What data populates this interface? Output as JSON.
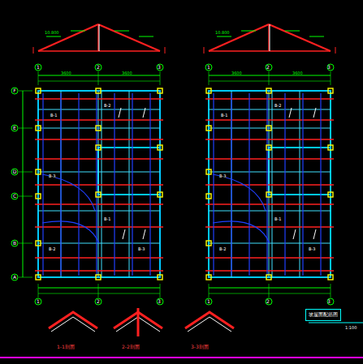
{
  "diagram": {
    "nodes": [
      {
        "text": [
          "坡屋面配筋图"
        ]
      }
    ],
    "labels": [
      "1",
      "2",
      "3",
      "1",
      "2",
      "3",
      "1",
      "2",
      "3",
      "1",
      "2",
      "3",
      "F",
      "E",
      "D",
      "C",
      "B",
      "A",
      "3600",
      "3600",
      "3600",
      "3600",
      "B-1",
      "B-2",
      "B-3",
      "B-1",
      "B-2",
      "B-3",
      "B-1",
      "B-2",
      "B-3",
      "B-1",
      "B-2",
      "B-3",
      "1-1剖面",
      "2-2剖面",
      "3-3剖面",
      "10.800",
      "10.800",
      "1:100"
    ]
  }
}
